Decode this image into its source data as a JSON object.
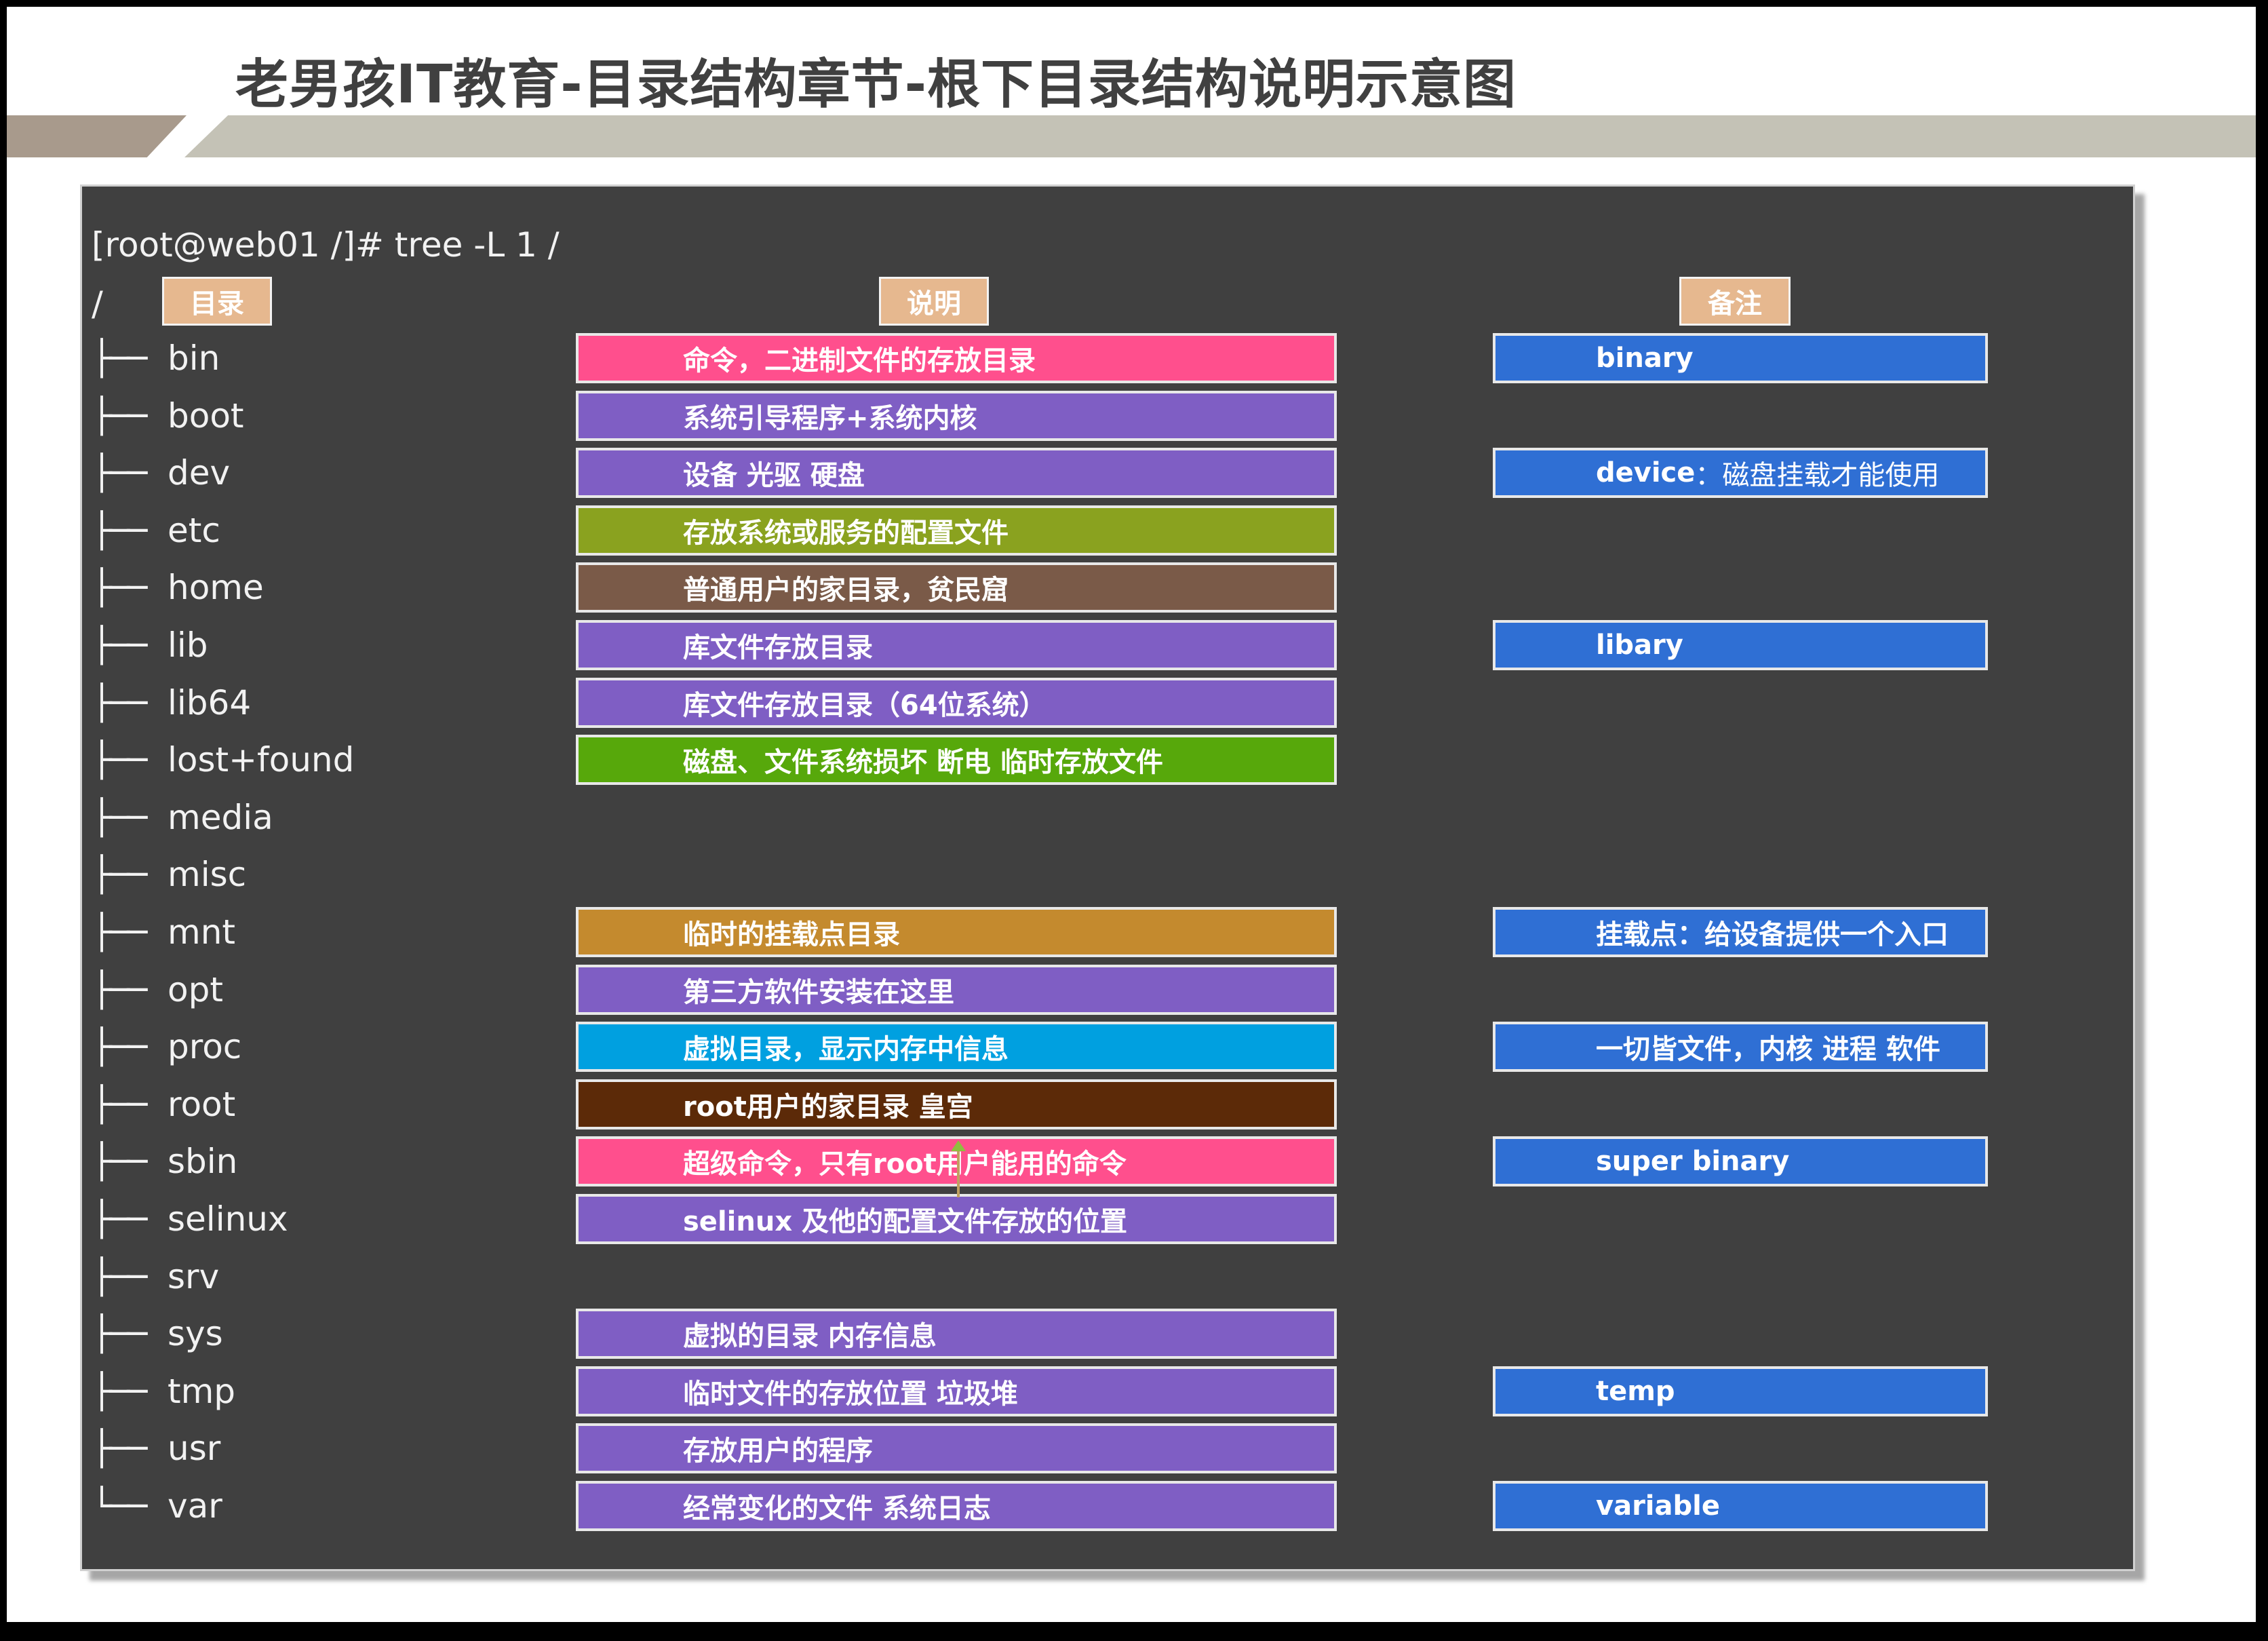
{
  "title": "老男孩IT教育-目录结构章节-根下目录结构说明示意图",
  "prompt": "[root@web01 /]# tree -L 1 /",
  "root": "/",
  "headers": {
    "dir": "目录",
    "desc": "说明",
    "note": "备注"
  },
  "branch": "├──",
  "branch_last": "└──",
  "directories": [
    {
      "name": "bin",
      "desc": "命令，二进制文件的存放目录",
      "desc_color": "#ff4f8d",
      "note": "binary",
      "note_extra": ""
    },
    {
      "name": "boot",
      "desc": "系统引导程序+系统内核",
      "desc_color": "#7f5ec4",
      "note": "",
      "note_extra": ""
    },
    {
      "name": "dev",
      "desc": "设备 光驱 硬盘",
      "desc_color": "#7f5ec4",
      "note": "device",
      "note_extra": "：磁盘挂载才能使用"
    },
    {
      "name": "etc",
      "desc": "存放系统或服务的配置文件",
      "desc_color": "#8aa21f",
      "note": "",
      "note_extra": ""
    },
    {
      "name": "home",
      "desc": "普通用户的家目录，贫民窟",
      "desc_color": "#7a5a48",
      "note": "",
      "note_extra": ""
    },
    {
      "name": "lib",
      "desc": "库文件存放目录",
      "desc_color": "#7f5ec4",
      "note": "libary",
      "note_extra": ""
    },
    {
      "name": "lib64",
      "desc": "库文件存放目录（64位系统）",
      "desc_color": "#7f5ec4",
      "note": "",
      "note_extra": ""
    },
    {
      "name": "lost+found",
      "desc": "磁盘、文件系统损坏 断电 临时存放文件",
      "desc_color": "#57a80b",
      "note": "",
      "note_extra": ""
    },
    {
      "name": "media",
      "desc": "",
      "desc_color": "",
      "note": "",
      "note_extra": ""
    },
    {
      "name": "misc",
      "desc": "",
      "desc_color": "",
      "note": "",
      "note_extra": ""
    },
    {
      "name": "mnt",
      "desc": "临时的挂载点目录",
      "desc_color": "#c48a2e",
      "note": "挂载点：给设备提供一个入口",
      "note_extra": ""
    },
    {
      "name": "opt",
      "desc": "第三方软件安装在这里",
      "desc_color": "#7f5ec4",
      "note": "",
      "note_extra": ""
    },
    {
      "name": "proc",
      "desc": "虚拟目录，显示内存中信息",
      "desc_color": "#00a0e0",
      "note": "一切皆文件，内核 进程 软件",
      "note_extra": ""
    },
    {
      "name": "root",
      "desc": "root用户的家目录 皇宫",
      "desc_color": "#5c2a08",
      "note": "",
      "note_extra": ""
    },
    {
      "name": "sbin",
      "desc": "超级命令，只有root用户能用的命令",
      "desc_color": "#ff4f8d",
      "note": "super  binary",
      "note_extra": ""
    },
    {
      "name": "selinux",
      "desc": "selinux 及他的配置文件存放的位置",
      "desc_color": "#7f5ec4",
      "note": "",
      "note_extra": ""
    },
    {
      "name": "srv",
      "desc": "",
      "desc_color": "",
      "note": "",
      "note_extra": ""
    },
    {
      "name": "sys",
      "desc": "虚拟的目录 内存信息",
      "desc_color": "#7f5ec4",
      "note": "",
      "note_extra": ""
    },
    {
      "name": "tmp",
      "desc": "临时文件的存放位置 垃圾堆",
      "desc_color": "#7f5ec4",
      "note": "temp",
      "note_extra": ""
    },
    {
      "name": "usr",
      "desc": "存放用户的程序",
      "desc_color": "#7f5ec4",
      "note": "",
      "note_extra": ""
    },
    {
      "name": "var",
      "desc": "经常变化的文件 系统日志",
      "desc_color": "#7f5ec4",
      "note": "variable",
      "note_extra": ""
    }
  ]
}
